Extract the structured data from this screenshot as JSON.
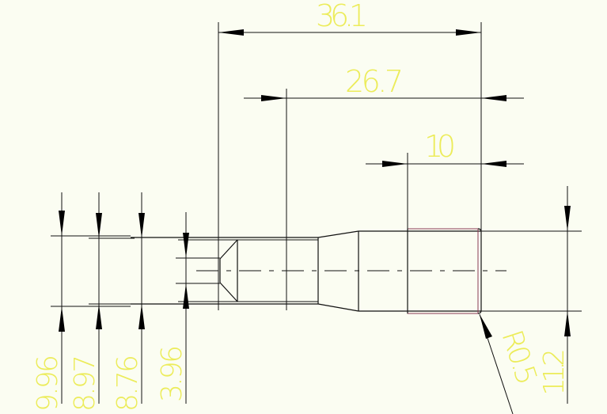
{
  "drawing": {
    "text_color": "#ecec5a",
    "line_color": "#111111",
    "background": "#fbfdf2",
    "dimensions": {
      "len_36_1": "36.1",
      "len_26_7": "26.7",
      "len_10": "10",
      "dia_9_96": "9.96",
      "dia_8_97": "8.97",
      "dia_8_76": "8.76",
      "dia_3_96": "3.96",
      "dia_11_2": "11.2",
      "radius": "R0.5"
    }
  }
}
